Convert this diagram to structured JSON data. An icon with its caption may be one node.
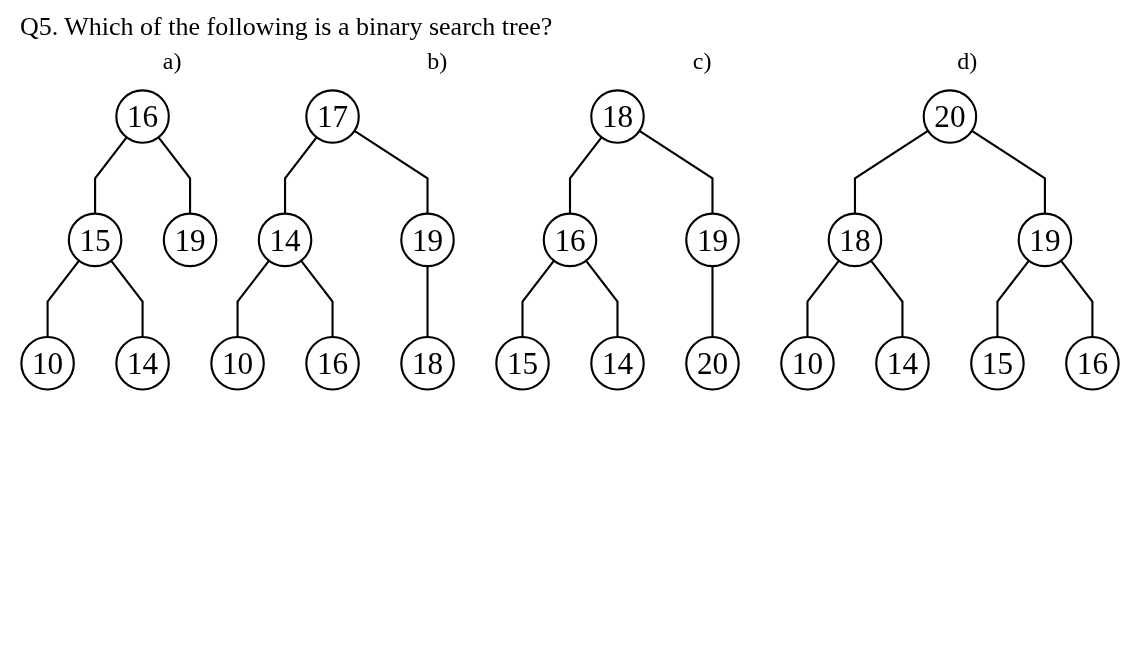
{
  "diagram": {
    "title": "Q5. Which of the following is a binary search tree?",
    "nodes": [
      {
        "text": [
          "16"
        ]
      },
      {
        "text": [
          "15"
        ]
      },
      {
        "text": [
          "19"
        ]
      },
      {
        "text": [
          "10"
        ]
      },
      {
        "text": [
          "14"
        ]
      },
      {
        "text": [
          "17"
        ]
      },
      {
        "text": [
          "14"
        ]
      },
      {
        "text": [
          "19"
        ]
      },
      {
        "text": [
          "10"
        ]
      },
      {
        "text": [
          "16"
        ]
      },
      {
        "text": [
          "18"
        ]
      },
      {
        "text": [
          "18"
        ]
      },
      {
        "text": [
          "16"
        ]
      },
      {
        "text": [
          "19"
        ]
      },
      {
        "text": [
          "15"
        ]
      },
      {
        "text": [
          "14"
        ]
      },
      {
        "text": [
          "20"
        ]
      },
      {
        "text": [
          "20"
        ]
      },
      {
        "text": [
          "18"
        ]
      },
      {
        "text": [
          "19"
        ]
      },
      {
        "text": [
          "10"
        ]
      },
      {
        "text": [
          "14"
        ]
      },
      {
        "text": [
          "15"
        ]
      },
      {
        "text": [
          "16"
        ]
      }
    ],
    "edges": [
      {
        "from": 0,
        "to": 1,
        "arrow": "none"
      },
      {
        "from": 0,
        "to": 2,
        "arrow": "none"
      },
      {
        "from": 1,
        "to": 3,
        "arrow": "none"
      },
      {
        "from": 1,
        "to": 4,
        "arrow": "none"
      },
      {
        "from": 5,
        "to": 6,
        "arrow": "none"
      },
      {
        "from": 5,
        "to": 7,
        "arrow": "none"
      },
      {
        "from": 6,
        "to": 8,
        "arrow": "none"
      },
      {
        "from": 6,
        "to": 9,
        "arrow": "none"
      },
      {
        "from": 7,
        "to": 10,
        "arrow": "none"
      },
      {
        "from": 11,
        "to": 12,
        "arrow": "none"
      },
      {
        "from": 11,
        "to": 13,
        "arrow": "none"
      },
      {
        "from": 12,
        "to": 14,
        "arrow": "none"
      },
      {
        "from": 12,
        "to": 15,
        "arrow": "none"
      },
      {
        "from": 13,
        "to": 16,
        "arrow": "none"
      },
      {
        "from": 17,
        "to": 18,
        "arrow": "none"
      },
      {
        "from": 17,
        "to": 19,
        "arrow": "none"
      },
      {
        "from": 18,
        "to": 20,
        "arrow": "none"
      },
      {
        "from": 18,
        "to": 21,
        "arrow": "none"
      },
      {
        "from": 19,
        "to": 22,
        "arrow": "none"
      },
      {
        "from": 19,
        "to": 23,
        "arrow": "none"
      }
    ],
    "labels": [
      "a)",
      "b)",
      "c)",
      "d)"
    ]
  }
}
